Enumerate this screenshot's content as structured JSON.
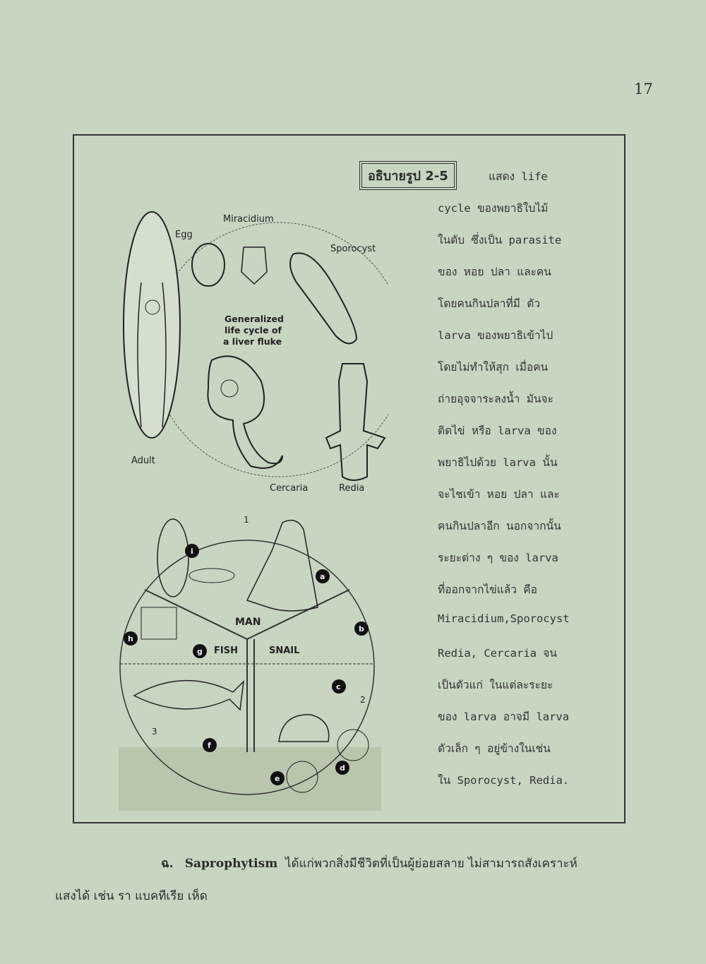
{
  "page_number": "17",
  "figure": {
    "caption_heading": "อธิบายรูป 2-5",
    "caption_lines": [
      "แสดง life",
      "cycle ของพยาธิใบไม้",
      "ในตับ ซึ่งเป็น parasite",
      "ของ หอย  ปลา และคน",
      "โดยคนกินปลาที่มี ตัว",
      "larva ของพยาธิเข้าไป",
      "โดยไม่ทำให้สุก   เมื่อคน",
      "ถ่ายอุจจาระลงน้ำ มันจะ",
      "ติดไข่ หรือ larva ของ",
      "พยาธิไปด้วย larva นั้น",
      "จะไชเข้า หอย ปลา และ",
      "คนกินปลาอีก นอกจากนั้น",
      "ระยะต่าง ๆ ของ larva",
      "ที่ออกจากไข่แล้ว คือ",
      "Miracidium,Sporocyst",
      "Redia, Cercaria จน",
      "เป็นตัวแก่ ในแต่ละระยะ",
      "ของ larva อาจมี larva",
      "ตัวเล็ก ๆ อยู่ข้างในเช่น",
      "ใน Sporocyst, Redia."
    ],
    "top_diagram": {
      "title_lines": [
        "Generalized",
        "life cycle of",
        "a liver fluke"
      ],
      "labels": {
        "egg": "Egg",
        "miracidium": "Miracidium",
        "sporocyst": "Sporocyst",
        "adult": "Adult",
        "cercaria": "Cercaria",
        "redia": "Redia"
      }
    },
    "bottom_diagram": {
      "sections": {
        "man": "MAN",
        "fish": "FISH",
        "snail": "SNAIL"
      },
      "numbers": [
        "1",
        "2",
        "3"
      ],
      "markers": [
        "a",
        "b",
        "c",
        "d",
        "e",
        "f",
        "g",
        "h",
        "i"
      ]
    }
  },
  "body": {
    "item_marker": "ฉ.",
    "term": "Saprophytism",
    "line1_rest": "ได้แก่พวกสิ่งมีชีวิตที่เป็นผู้ย่อยสลาย  ไม่สามารถสังเคราะห์",
    "line2": "แสงได้  เช่น รา แบคทีเรีย  เห็ด"
  }
}
